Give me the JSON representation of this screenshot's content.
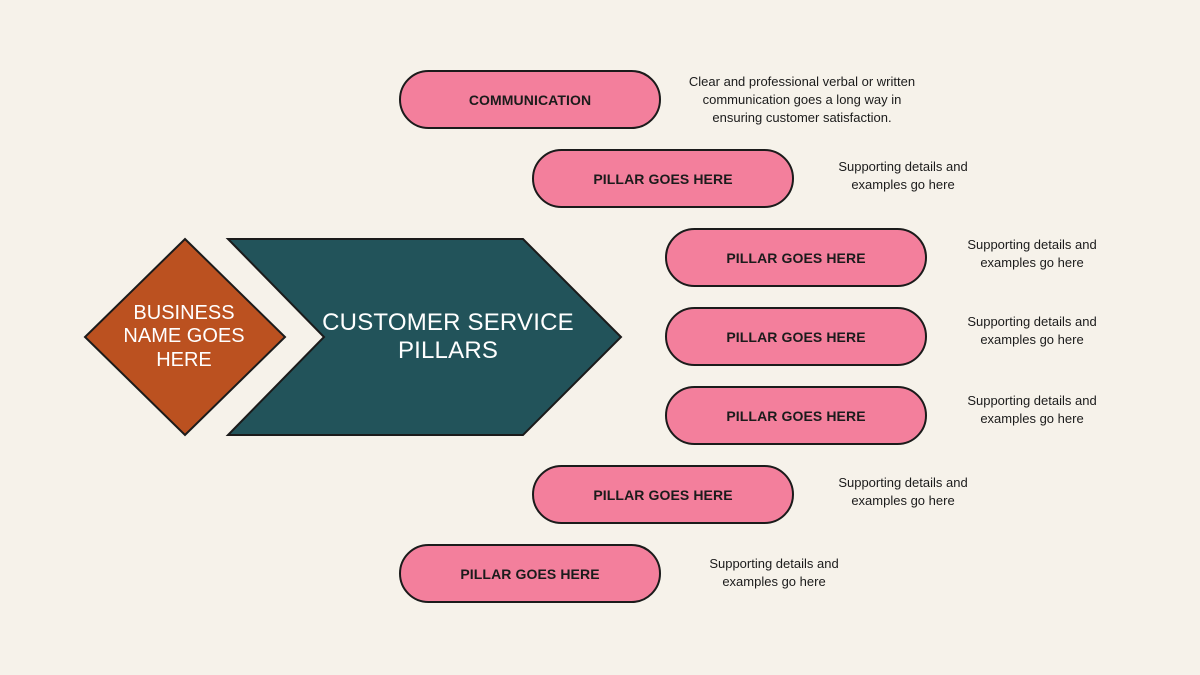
{
  "colors": {
    "background": "#f6f2ea",
    "diamond": "#bb5120",
    "chevron": "#22535a",
    "pill": "#f37f9c",
    "outline": "#1b1b1b"
  },
  "business_name": "BUSINESS NAME GOES HERE",
  "title": "CUSTOMER SERVICE PILLARS",
  "pillars": [
    {
      "label": "COMMUNICATION",
      "description": "Clear and professional verbal or written communication goes a long way in ensuring customer satisfaction."
    },
    {
      "label": "PILLAR GOES HERE",
      "description": "Supporting details and examples go here"
    },
    {
      "label": "PILLAR GOES HERE",
      "description": "Supporting details and examples go here"
    },
    {
      "label": "PILLAR GOES HERE",
      "description": "Supporting details and examples go here"
    },
    {
      "label": "PILLAR GOES HERE",
      "description": "Supporting details and examples go here"
    },
    {
      "label": "PILLAR GOES HERE",
      "description": "Supporting details and examples go here"
    },
    {
      "label": "PILLAR GOES HERE",
      "description": "Supporting details and examples go here"
    }
  ]
}
